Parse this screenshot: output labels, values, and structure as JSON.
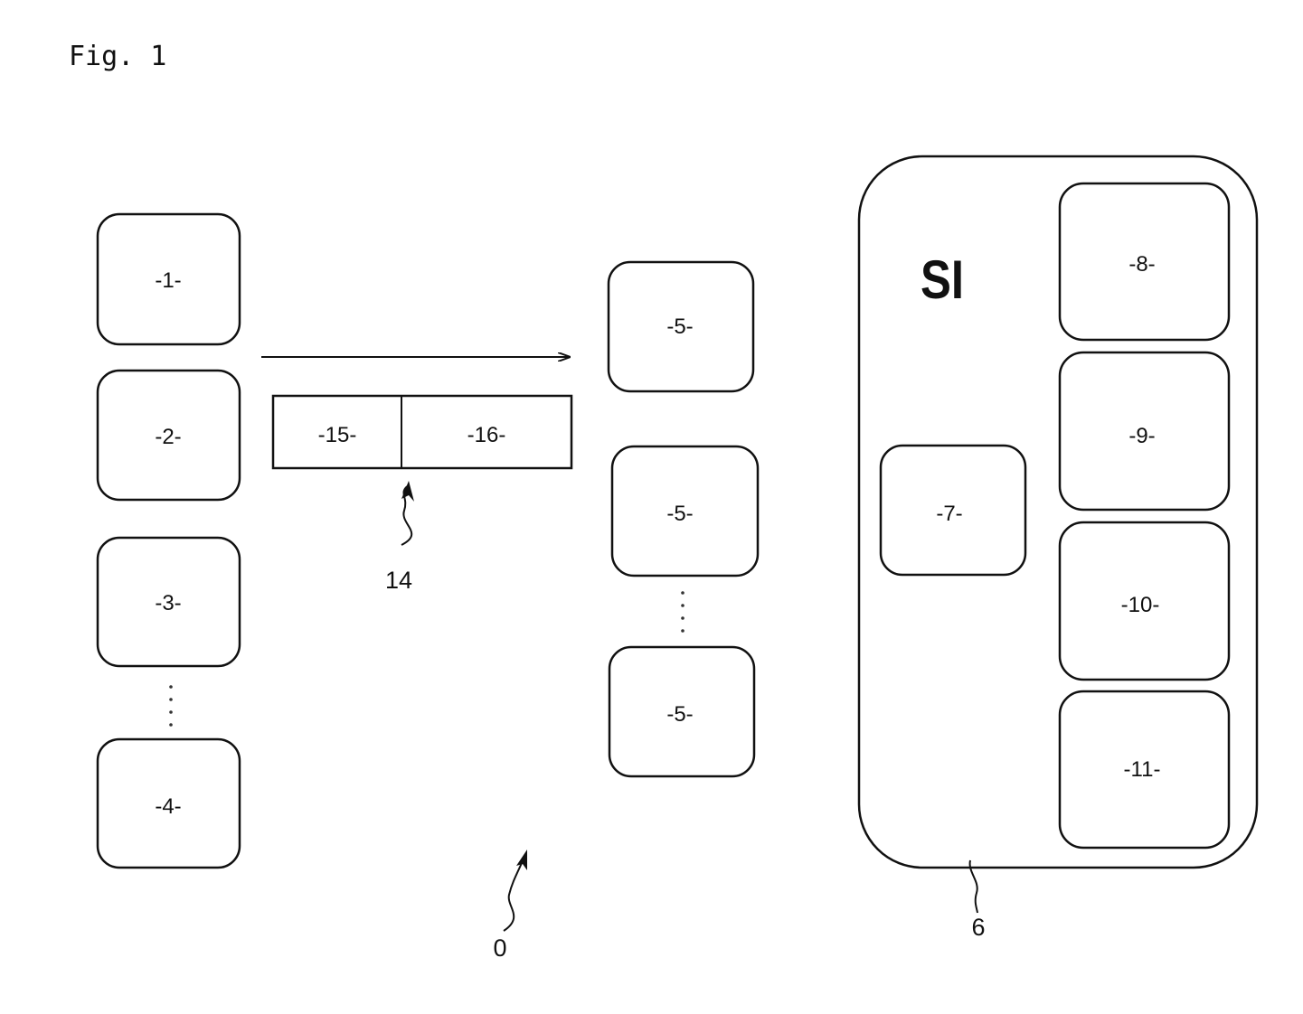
{
  "figure": {
    "title": "Fig. 1"
  },
  "left_column": {
    "boxes": [
      "-1-",
      "-2-",
      "-3-",
      "-4-"
    ]
  },
  "message": {
    "fields": [
      "-15-",
      "-16-"
    ],
    "ref": "14"
  },
  "middle_column": {
    "boxes": [
      "-5-",
      "-5-",
      "-5-"
    ]
  },
  "system": {
    "label": "SI",
    "inner_box": "-7-",
    "right_boxes": [
      "-8-",
      "-9-",
      "-10-",
      "-11-"
    ],
    "ref": "6"
  },
  "overall_ref": "0"
}
